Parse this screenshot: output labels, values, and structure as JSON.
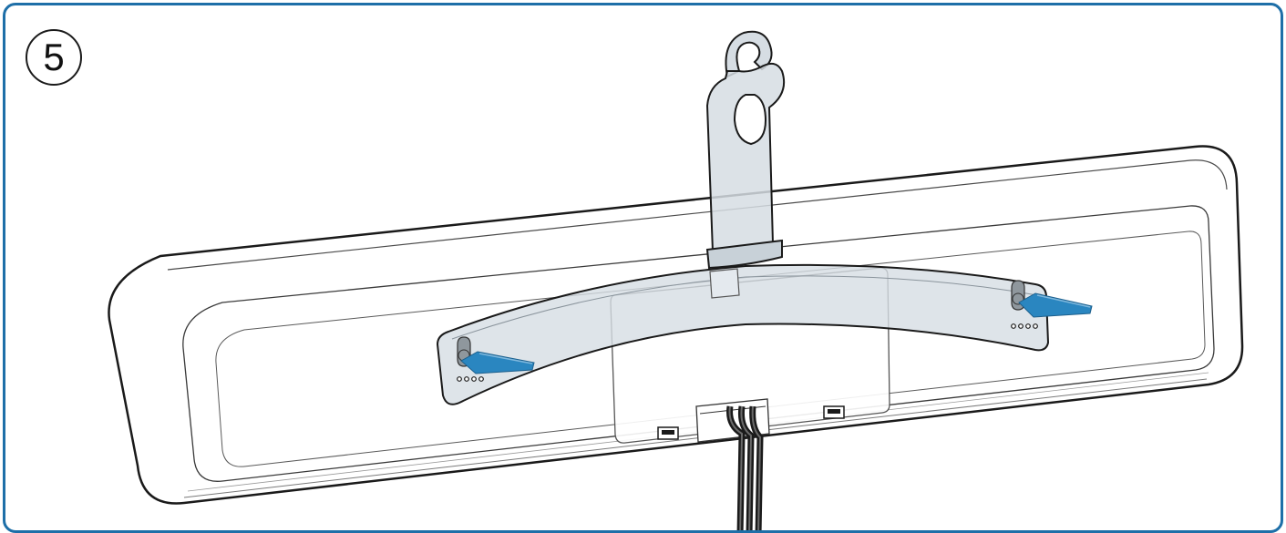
{
  "step": {
    "number": "5"
  },
  "colors": {
    "frame_border": "#1e6fa8",
    "arrow_blue": "#2a86c0",
    "bracket_fill": "#d6dde3",
    "outline": "#1a1a1a",
    "cable": "#2b2b2b"
  },
  "illustration": {
    "subject": "soundbar-back-panel",
    "bracket": "hanging-wall-bracket",
    "arrows": [
      "arrow-left",
      "arrow-right"
    ]
  }
}
